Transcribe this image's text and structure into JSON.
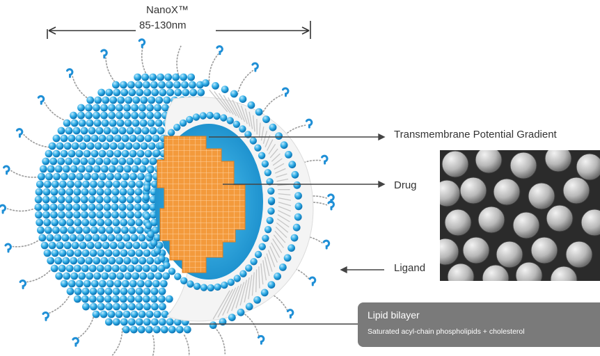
{
  "header": {
    "product_name": "NanoX™",
    "size_range": "85-130nm"
  },
  "labels": {
    "gradient": "Transmembrane Potential Gradient",
    "drug": "Drug",
    "ligand": "Ligand"
  },
  "bilayer_callout": {
    "title": "Lipid bilayer",
    "subtitle": "Saturated acyl-chain phospholipids + cholesterol"
  },
  "colors": {
    "lipid_head": "#2aa7e0",
    "drug_core": "#f39a3c",
    "ligand": "#1f8fd6",
    "tether": "#9a9a9a",
    "callout_bg": "#7a7a7a"
  },
  "icons": {
    "sem_image": "electron-micrograph-spheres"
  }
}
